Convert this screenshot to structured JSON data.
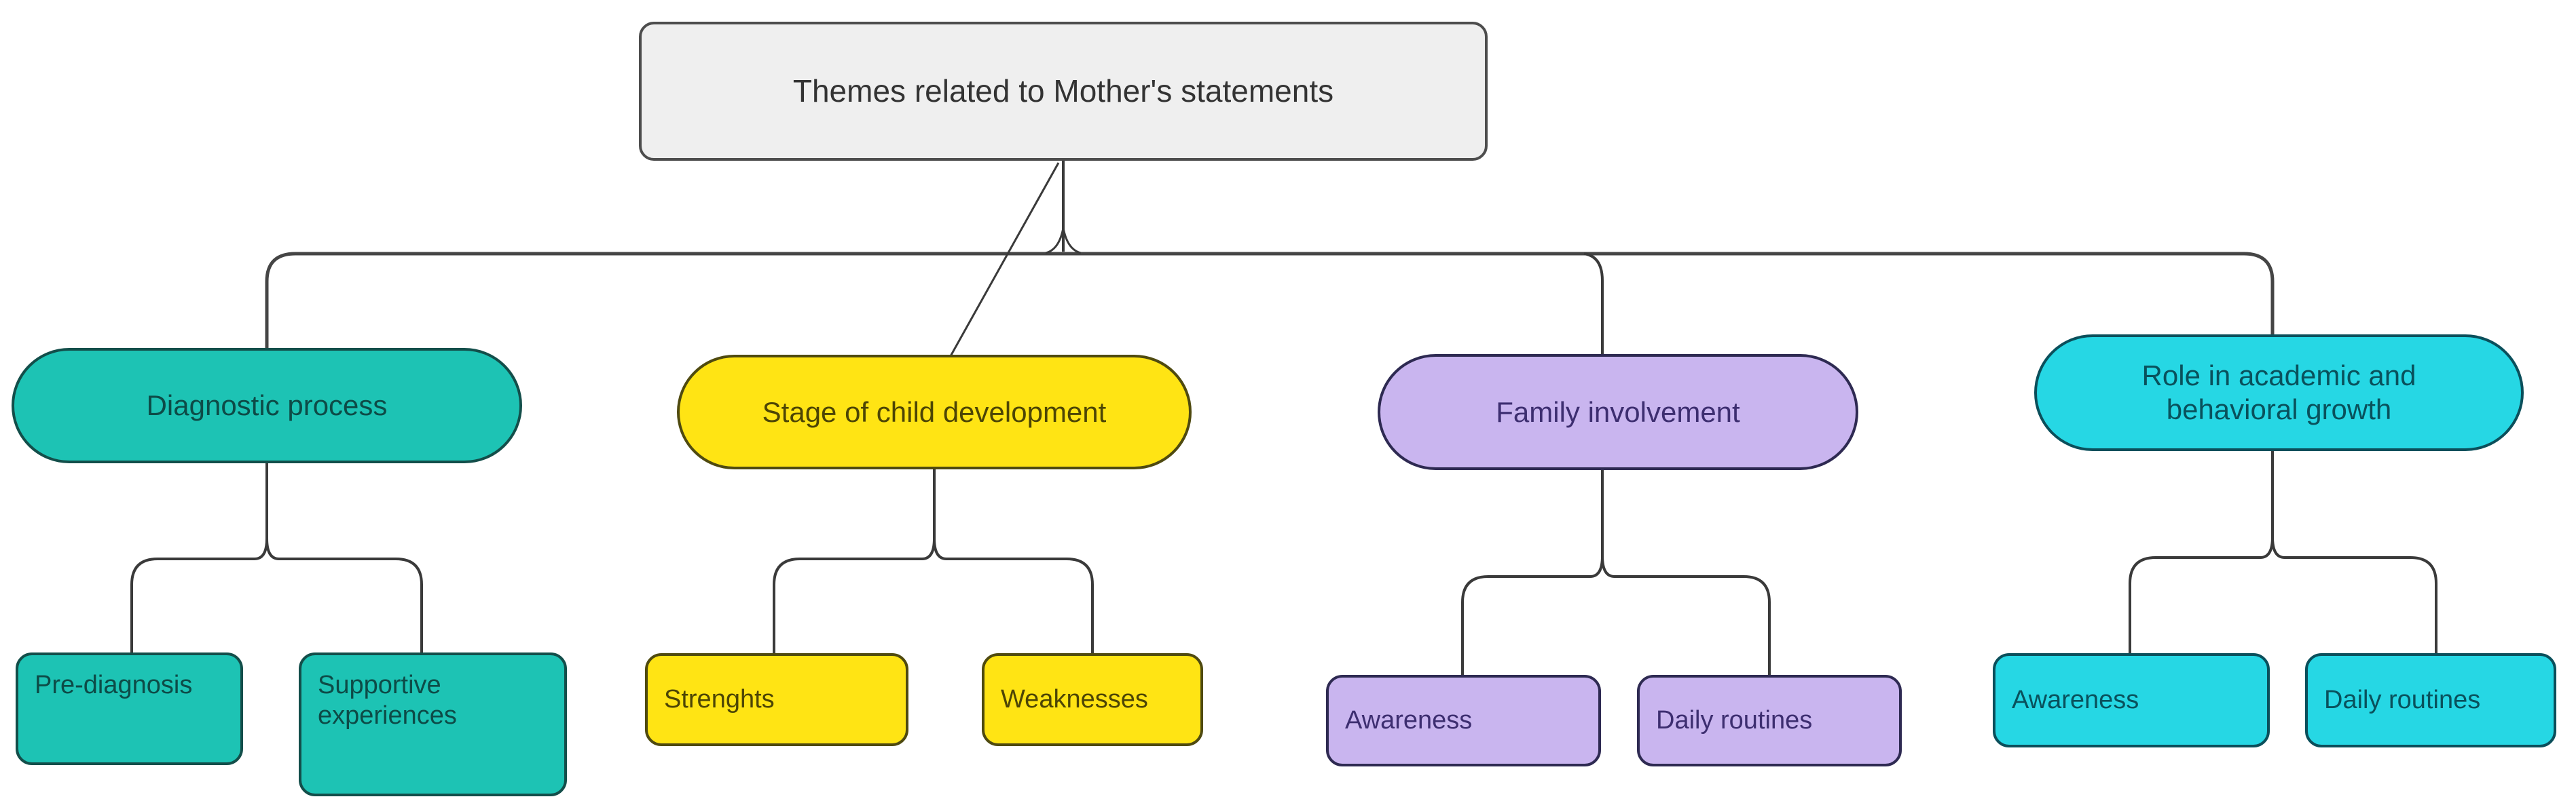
{
  "figure": {
    "type": "hierarchy-diagram",
    "background_color": "#ffffff",
    "connector_color": "#3a3a3a"
  },
  "root": {
    "label": "Themes related to Mother's statements",
    "fill": "#efefef",
    "border_color": "#4d4d4d",
    "text_color": "#333333"
  },
  "branches": [
    {
      "id": "diagnostic-process",
      "label": "Diagnostic process",
      "fill": "#1dc3b4",
      "border_color": "#134e4a",
      "text_color": "#0d4b47",
      "children": [
        {
          "label": "Pre-diagnosis"
        },
        {
          "label": "Supportive experiences"
        }
      ]
    },
    {
      "id": "stage-of-child-development",
      "label": "Stage of child development",
      "fill": "#ffe414",
      "border_color": "#4f4a10",
      "text_color": "#4d4505",
      "children": [
        {
          "label": "Strenghts"
        },
        {
          "label": "Weaknesses"
        }
      ]
    },
    {
      "id": "family-involvement",
      "label": "Family involvement",
      "fill": "#c9b5ef",
      "border_color": "#2e2a52",
      "text_color": "#3d2e70",
      "children": [
        {
          "label": "Awareness"
        },
        {
          "label": "Daily routines"
        }
      ]
    },
    {
      "id": "role-in-academic-and-behavioral-growth",
      "label": "Role in academic and behavioral growth",
      "fill": "#26d7e4",
      "border_color": "#0b4f5b",
      "text_color": "#09515c",
      "children": [
        {
          "label": "Awareness"
        },
        {
          "label": "Daily routines"
        }
      ]
    }
  ]
}
